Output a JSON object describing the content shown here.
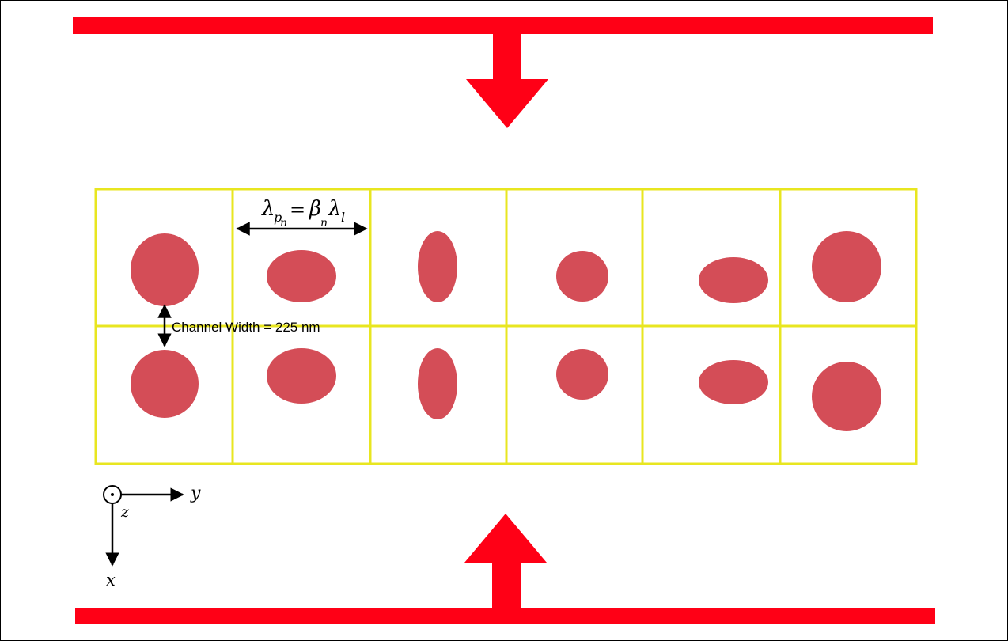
{
  "colors": {
    "plate": "#ff0016",
    "cell_border": "#e8e620",
    "particle": "#d44d57",
    "ink": "#000000"
  },
  "icons": {
    "top_arrow": "arrow-down-icon",
    "bottom_arrow": "arrow-up-icon"
  },
  "lattice": {
    "rows": 2,
    "columns": 6
  },
  "period_label": {
    "lambda": "λ",
    "p": "p",
    "n_sub": "n",
    "equals": "=",
    "beta": "β",
    "n_sub_beta": "n",
    "lambda_l": "λ",
    "l_sub": "l"
  },
  "channel_label": "Channel Width = 225 nm",
  "axes": {
    "z": "z",
    "y": "y",
    "x": "x"
  }
}
